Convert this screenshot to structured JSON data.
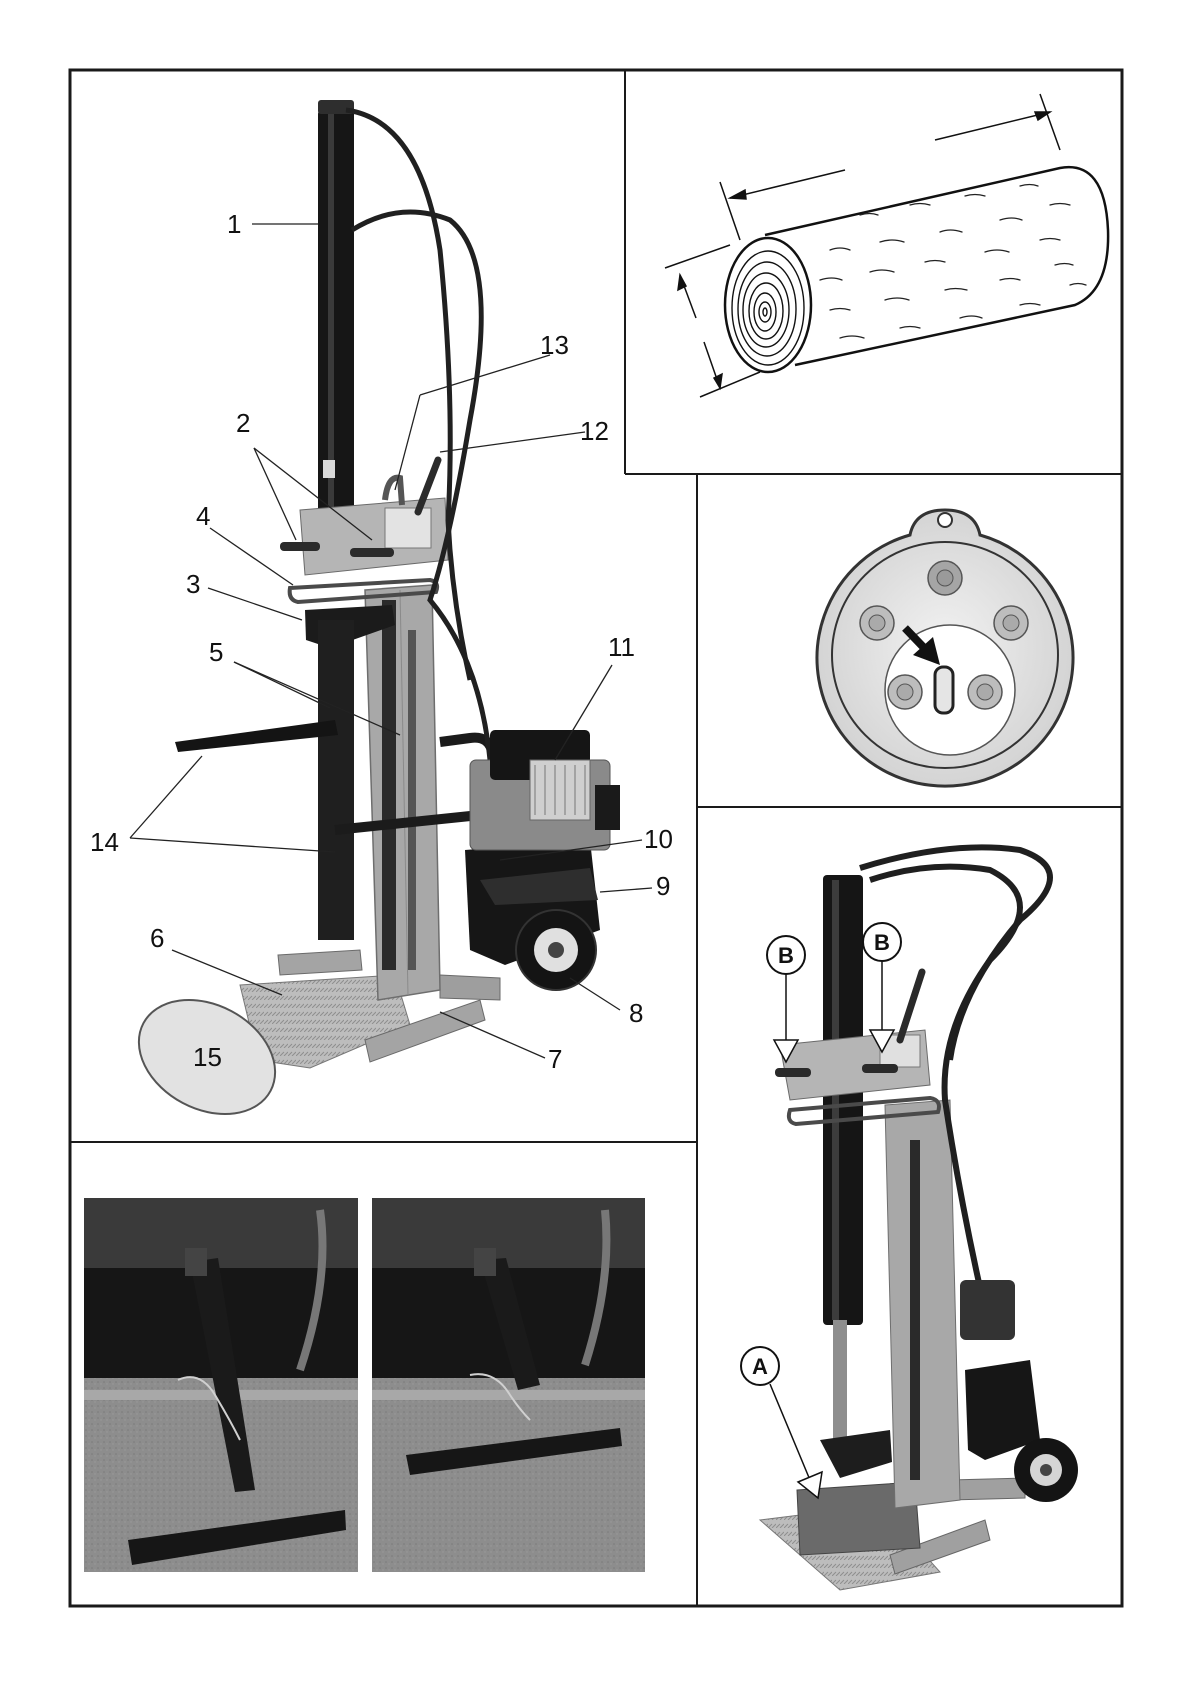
{
  "main_diagram": {
    "callouts": [
      "1",
      "2",
      "3",
      "4",
      "5",
      "6",
      "7",
      "8",
      "9",
      "10",
      "11",
      "12",
      "13",
      "14",
      "15"
    ]
  },
  "detail_b": {
    "label": "B"
  },
  "detail_a": {
    "label": "A"
  },
  "colors": {
    "frame": "#1a1a1a",
    "metal_gray": "#a9a9a9",
    "dark_part": "#1c1c1c",
    "plate": "#cfcfcf"
  }
}
